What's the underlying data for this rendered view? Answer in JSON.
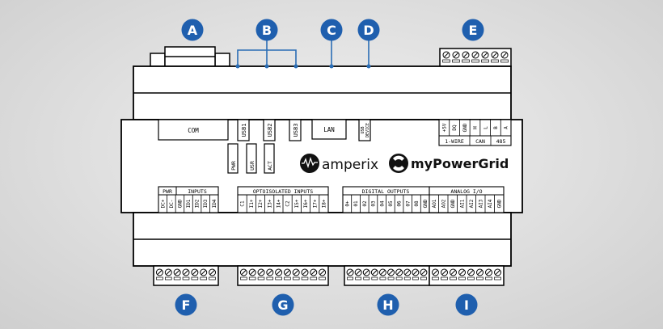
{
  "callouts": [
    "A",
    "B",
    "C",
    "D",
    "E",
    "F",
    "G",
    "H",
    "I"
  ],
  "ports": {
    "com": "COM",
    "usb1": "USB1",
    "usb2": "USB2",
    "usb3": "USB3",
    "lan": "LAN",
    "usb_device": [
      "USB",
      "DEVICE"
    ]
  },
  "leds": {
    "pwr": "PWR",
    "usr": "USR",
    "act": "ACT"
  },
  "logos": {
    "amperix": "amperix",
    "mypowergrid": "myPowerGrid"
  },
  "top_right_block": {
    "pins": [
      "+5V",
      "DQ",
      "GND",
      "H",
      "L",
      "B",
      "A"
    ],
    "groups": [
      "1-WIRE",
      "CAN",
      "485"
    ]
  },
  "bottom_blocks": {
    "pwr_inputs": {
      "groups": [
        "PWR",
        "INPUTS"
      ],
      "pins": [
        "DC+",
        "DC-",
        "GND",
        "ID1",
        "ID2",
        "ID3",
        "ID4"
      ]
    },
    "opto_inputs": {
      "title": "OPTOISOLATED INPUTS",
      "pins": [
        "C1",
        "I1+",
        "I2+",
        "I3+",
        "I4+",
        "C2",
        "I5+",
        "I6+",
        "I7+",
        "I8+"
      ]
    },
    "digital_outputs": {
      "title": "DIGITAL OUTPUTS",
      "pins": [
        "0+",
        "01",
        "02",
        "03",
        "04",
        "05",
        "06",
        "07",
        "08",
        "GND"
      ]
    },
    "analog_io": {
      "title": "ANALOG I/O",
      "pins": [
        "AO1",
        "AO2",
        "GND",
        "AI1",
        "AI2",
        "AI3",
        "AI4",
        "GND"
      ]
    }
  },
  "colors": {
    "callout": "#1f5fae",
    "outline": "#000000",
    "leader": "#2a6db5"
  }
}
